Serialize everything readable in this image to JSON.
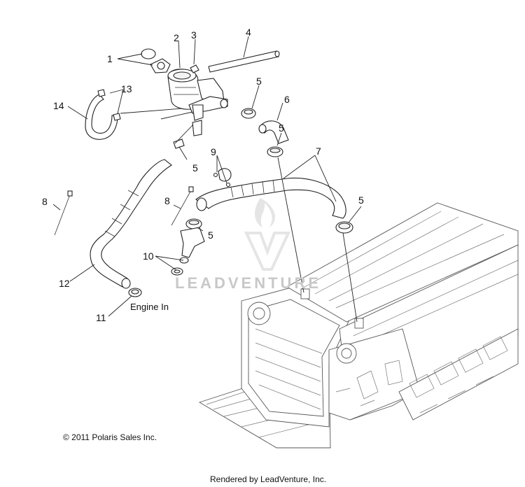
{
  "callouts": [
    {
      "id": "1",
      "text": "1"
    },
    {
      "id": "2",
      "text": "2"
    },
    {
      "id": "3",
      "text": "3"
    },
    {
      "id": "4",
      "text": "4"
    },
    {
      "id": "5a",
      "text": "5"
    },
    {
      "id": "6",
      "text": "6"
    },
    {
      "id": "5b",
      "text": "5"
    },
    {
      "id": "7",
      "text": "7"
    },
    {
      "id": "13",
      "text": "13"
    },
    {
      "id": "14",
      "text": "14"
    },
    {
      "id": "5c",
      "text": "5"
    },
    {
      "id": "9",
      "text": "9"
    },
    {
      "id": "8a",
      "text": "8"
    },
    {
      "id": "8b",
      "text": "8"
    },
    {
      "id": "5d",
      "text": "5"
    },
    {
      "id": "5e",
      "text": "5"
    },
    {
      "id": "10",
      "text": "10"
    },
    {
      "id": "12",
      "text": "12"
    },
    {
      "id": "11",
      "text": "11"
    }
  ],
  "labels": {
    "engine_in": "Engine In"
  },
  "footer": {
    "copyright": "© 2011 Polaris Sales Inc.",
    "rendered_by": "Rendered by LeadVenture, Inc."
  },
  "watermark": {
    "text": "LEADVENTURE"
  }
}
